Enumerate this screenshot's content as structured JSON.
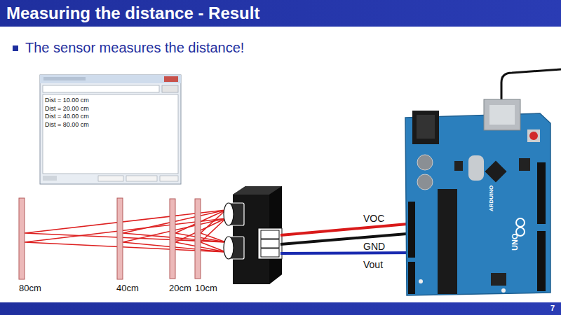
{
  "diagram": {
    "title": "Measuring the distance - Result",
    "nodes": [
      {
        "text": [
          "Dist = 10.00 cm",
          "Dist = 20.00 cm",
          "Dist = 40.00 cm",
          "Dist = 80.00 cm"
        ]
      },
      {
        "text": [
          "ARDUINO",
          "UNO"
        ]
      }
    ],
    "labels": [
      "The sensor measures the distance!",
      "80cm",
      "40cm",
      "20cm",
      "10cm",
      "VOC",
      "GND",
      "Vout",
      "7"
    ]
  }
}
